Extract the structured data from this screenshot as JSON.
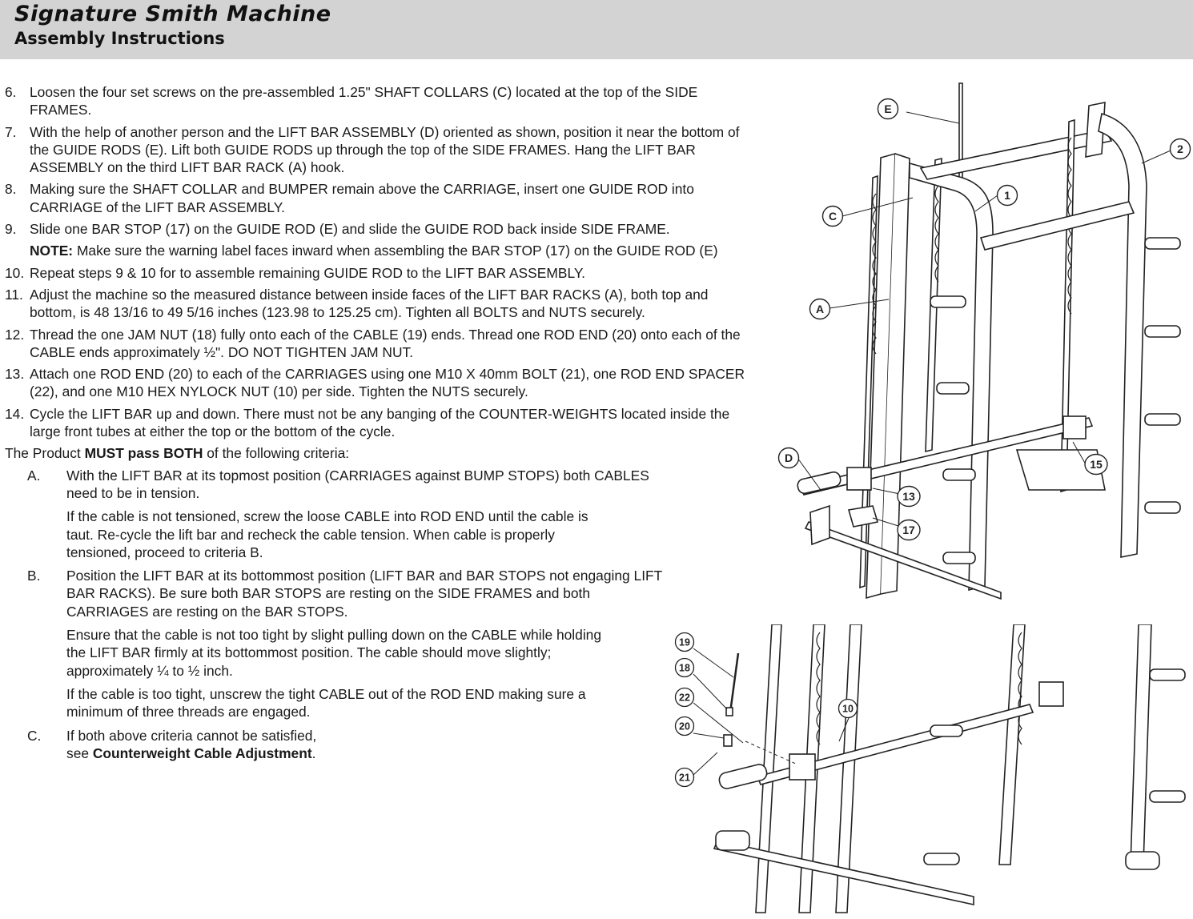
{
  "header": {
    "title": "Signature Smith Machine",
    "subtitle": "Assembly Instructions"
  },
  "steps": [
    {
      "num": "6.",
      "text": "Loosen the four set screws on the pre-assembled 1.25\" SHAFT COLLARS (C) located at the top of the SIDE FRAMES."
    },
    {
      "num": "7.",
      "text": "With the help of another person and the LIFT BAR ASSEMBLY (D) oriented as shown, position it near the bottom of the GUIDE RODS (E). Lift both GUIDE RODS up through the top of the SIDE FRAMES. Hang the LIFT BAR ASSEMBLY on the third LIFT BAR RACK (A) hook."
    },
    {
      "num": "8.",
      "text": "Making sure the SHAFT COLLAR and BUMPER remain above the CARRIAGE, insert one GUIDE ROD into CARRIAGE of the LIFT BAR ASSEMBLY."
    },
    {
      "num": "9.",
      "text": "Slide one BAR STOP (17) on the GUIDE ROD (E) and slide the GUIDE ROD back inside SIDE FRAME."
    },
    {
      "num": "10.",
      "text": "Repeat steps 9 & 10 for to assemble remaining GUIDE ROD to the LIFT BAR ASSEMBLY."
    },
    {
      "num": "11.",
      "text": "Adjust the machine so the measured distance between inside faces of the LIFT BAR RACKS (A), both top and bottom, is 48 13/16 to 49 5/16 inches (123.98 to 125.25 cm). Tighten all BOLTS and NUTS securely."
    },
    {
      "num": "12.",
      "text": "Thread the one JAM NUT (18) fully onto each of the CABLE (19) ends. Thread one ROD END (20) onto each of the CABLE ends approximately ½\". DO NOT TIGHTEN JAM NUT."
    },
    {
      "num": "13.",
      "text": "Attach one ROD END (20) to each of the CARRIAGES using one M10 X 40mm BOLT (21), one ROD END SPACER (22), and one M10 HEX NYLOCK NUT (10) per side. Tighten the NUTS securely."
    },
    {
      "num": "14.",
      "text": "Cycle the LIFT BAR up and down. There must not be any banging of the COUNTER-WEIGHTS located inside the large front tubes at either the top or the bottom of the cycle."
    }
  ],
  "note": {
    "label": "NOTE:",
    "text": " Make sure the warning label faces inward when assembling the BAR STOP (17) on the GUIDE ROD (E)"
  },
  "criteria_intro": {
    "before": "The Product ",
    "bold": "MUST pass BOTH",
    "after": " of the following criteria:"
  },
  "criteria": {
    "a": {
      "num": "A.",
      "p1": "With the LIFT BAR at its topmost position (CARRIAGES against BUMP STOPS) both CABLES need to be in tension.",
      "p2": "If the cable is not tensioned, screw the loose CABLE into ROD END until the cable is taut. Re-cycle the lift bar and recheck the cable tension. When cable is properly tensioned, proceed to criteria B."
    },
    "b": {
      "num": "B.",
      "p1": "Position the LIFT BAR at its bottommost position (LIFT BAR and BAR STOPS not engaging LIFT BAR RACKS). Be sure both BAR STOPS are resting on the SIDE FRAMES and both CARRIAGES are resting on the BAR STOPS.",
      "p2": "Ensure that the cable is not too tight by slight pulling down on the CABLE while holding the LIFT BAR firmly at its bottommost position. The cable should move slightly; approximately ¼ to ½ inch.",
      "p3": "If the cable is too tight, unscrew the tight CABLE out of the ROD END making sure a minimum of three threads are engaged."
    },
    "c": {
      "num": "C.",
      "line1": "If both above criteria cannot be satisfied,",
      "line2_before": "see ",
      "line2_bold": "Counterweight Cable Adjustment",
      "line2_after": "."
    }
  },
  "figure_top": {
    "callouts": [
      "E",
      "2",
      "1",
      "C",
      "A",
      "D",
      "15",
      "13",
      "17"
    ]
  },
  "figure_bottom": {
    "callouts": [
      "19",
      "18",
      "22",
      "20",
      "21",
      "10"
    ]
  }
}
